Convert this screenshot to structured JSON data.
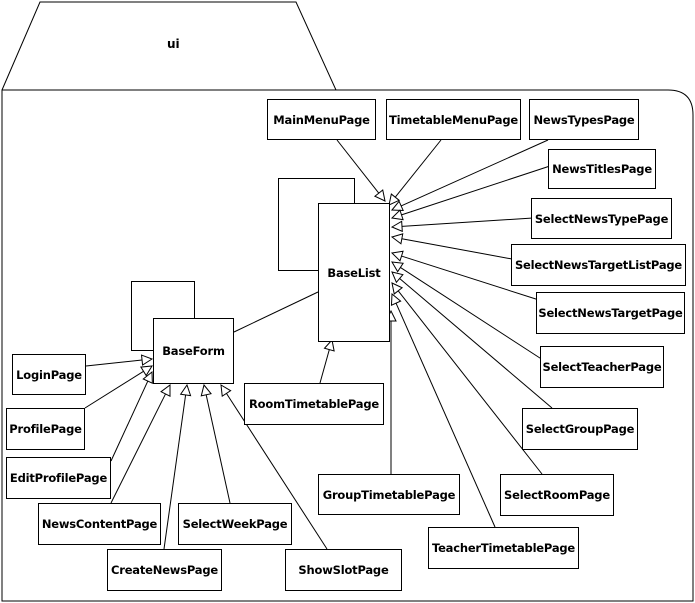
{
  "package": {
    "name": "ui"
  },
  "classes": [
    {
      "id": "BaseList",
      "label": "BaseList"
    },
    {
      "id": "BaseForm",
      "label": "BaseForm"
    },
    {
      "id": "MainMenuPage",
      "label": "MainMenuPage"
    },
    {
      "id": "TimetableMenuPage",
      "label": "TimetableMenuPage"
    },
    {
      "id": "NewsTypesPage",
      "label": "NewsTypesPage"
    },
    {
      "id": "NewsTitlesPage",
      "label": "NewsTitlesPage"
    },
    {
      "id": "SelectNewsTypePage",
      "label": "SelectNewsTypePage"
    },
    {
      "id": "SelectNewsTargetListPage",
      "label": "SelectNewsTargetListPage"
    },
    {
      "id": "SelectNewsTargetPage",
      "label": "SelectNewsTargetPage"
    },
    {
      "id": "SelectTeacherPage",
      "label": "SelectTeacherPage"
    },
    {
      "id": "SelectGroupPage",
      "label": "SelectGroupPage"
    },
    {
      "id": "SelectRoomPage",
      "label": "SelectRoomPage"
    },
    {
      "id": "TeacherTimetablePage",
      "label": "TeacherTimetablePage"
    },
    {
      "id": "GroupTimetablePage",
      "label": "GroupTimetablePage"
    },
    {
      "id": "RoomTimetablePage",
      "label": "RoomTimetablePage"
    },
    {
      "id": "LoginPage",
      "label": "LoginPage"
    },
    {
      "id": "ProfilePage",
      "label": "ProfilePage"
    },
    {
      "id": "EditProfilePage",
      "label": "EditProfilePage"
    },
    {
      "id": "NewsContentPage",
      "label": "NewsContentPage"
    },
    {
      "id": "CreateNewsPage",
      "label": "CreateNewsPage"
    },
    {
      "id": "SelectWeekPage",
      "label": "SelectWeekPage"
    },
    {
      "id": "ShowSlotPage",
      "label": "ShowSlotPage"
    }
  ],
  "relations": [
    {
      "from": "MainMenuPage",
      "to": "BaseList",
      "type": "generalization"
    },
    {
      "from": "TimetableMenuPage",
      "to": "BaseList",
      "type": "generalization"
    },
    {
      "from": "NewsTypesPage",
      "to": "BaseList",
      "type": "generalization"
    },
    {
      "from": "NewsTitlesPage",
      "to": "BaseList",
      "type": "generalization"
    },
    {
      "from": "SelectNewsTypePage",
      "to": "BaseList",
      "type": "generalization"
    },
    {
      "from": "SelectNewsTargetListPage",
      "to": "BaseList",
      "type": "generalization"
    },
    {
      "from": "SelectNewsTargetPage",
      "to": "BaseList",
      "type": "generalization"
    },
    {
      "from": "SelectTeacherPage",
      "to": "BaseList",
      "type": "generalization"
    },
    {
      "from": "SelectGroupPage",
      "to": "BaseList",
      "type": "generalization"
    },
    {
      "from": "SelectRoomPage",
      "to": "BaseList",
      "type": "generalization"
    },
    {
      "from": "TeacherTimetablePage",
      "to": "BaseList",
      "type": "generalization"
    },
    {
      "from": "GroupTimetablePage",
      "to": "BaseList",
      "type": "generalization"
    },
    {
      "from": "RoomTimetablePage",
      "to": "BaseList",
      "type": "generalization"
    },
    {
      "from": "LoginPage",
      "to": "BaseForm",
      "type": "generalization"
    },
    {
      "from": "ProfilePage",
      "to": "BaseForm",
      "type": "generalization"
    },
    {
      "from": "EditProfilePage",
      "to": "BaseForm",
      "type": "generalization"
    },
    {
      "from": "NewsContentPage",
      "to": "BaseForm",
      "type": "generalization"
    },
    {
      "from": "CreateNewsPage",
      "to": "BaseForm",
      "type": "generalization"
    },
    {
      "from": "SelectWeekPage",
      "to": "BaseForm",
      "type": "generalization"
    },
    {
      "from": "ShowSlotPage",
      "to": "BaseForm",
      "type": "generalization"
    },
    {
      "from": "BaseForm",
      "to": "BaseList",
      "type": "association"
    }
  ]
}
